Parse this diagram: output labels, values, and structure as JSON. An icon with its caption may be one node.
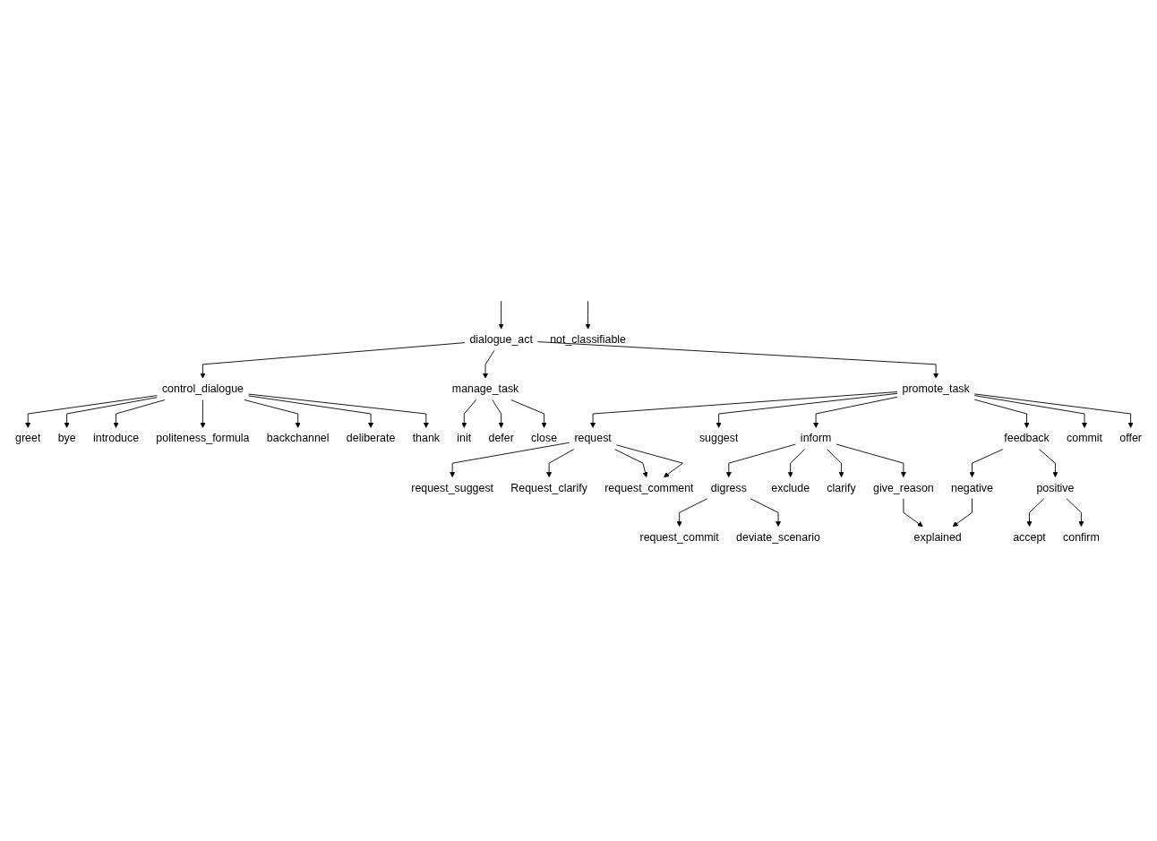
{
  "diagram": {
    "nodes": [
      {
        "text": [
          "dialogue_act"
        ]
      },
      {
        "text": [
          "not_classifiable"
        ]
      },
      {
        "text": [
          "control_dialogue"
        ]
      },
      {
        "text": [
          "promote_task"
        ]
      },
      {
        "text": [
          "manage_task"
        ]
      },
      {
        "text": [
          "greet"
        ]
      },
      {
        "text": [
          "bye"
        ]
      },
      {
        "text": [
          "introduce"
        ]
      },
      {
        "text": [
          "politeness_formula"
        ]
      },
      {
        "text": [
          "backchannel"
        ]
      },
      {
        "text": [
          "deliberate"
        ]
      },
      {
        "text": [
          "thank"
        ]
      },
      {
        "text": [
          "init"
        ]
      },
      {
        "text": [
          "defer"
        ]
      },
      {
        "text": [
          "close"
        ]
      },
      {
        "text": [
          "request"
        ]
      },
      {
        "text": [
          "suggest"
        ]
      },
      {
        "text": [
          "inform"
        ]
      },
      {
        "text": [
          "feedback"
        ]
      },
      {
        "text": [
          "commit"
        ]
      },
      {
        "text": [
          "offer"
        ]
      },
      {
        "text": [
          "request_suggest"
        ]
      },
      {
        "text": [
          "Request_clarify"
        ]
      },
      {
        "text": [
          "request_comment"
        ]
      },
      {
        "text": [
          "digress"
        ]
      },
      {
        "text": [
          "exclude"
        ]
      },
      {
        "text": [
          "clarify"
        ]
      },
      {
        "text": [
          "give_reason"
        ]
      },
      {
        "text": [
          "negative"
        ]
      },
      {
        "text": [
          "positive"
        ]
      },
      {
        "text": [
          "request_commit"
        ]
      },
      {
        "text": [
          "deviate_scenario"
        ]
      },
      {
        "text": [
          "explained"
        ]
      },
      {
        "text": [
          "accept"
        ]
      },
      {
        "text": [
          "confirm"
        ]
      }
    ],
    "edges": [
      {
        "from": null,
        "to": 0,
        "arrow": "to"
      },
      {
        "from": null,
        "to": 1,
        "arrow": "to"
      },
      {
        "from": 0,
        "to": 2,
        "arrow": "to"
      },
      {
        "from": 0,
        "to": 3,
        "arrow": "to"
      },
      {
        "from": 0,
        "to": 4,
        "arrow": "to"
      },
      {
        "from": 2,
        "to": 5,
        "arrow": "to"
      },
      {
        "from": 2,
        "to": 6,
        "arrow": "to"
      },
      {
        "from": 2,
        "to": 7,
        "arrow": "to"
      },
      {
        "from": 2,
        "to": 8,
        "arrow": "to"
      },
      {
        "from": 2,
        "to": 9,
        "arrow": "to"
      },
      {
        "from": 2,
        "to": 10,
        "arrow": "to"
      },
      {
        "from": 2,
        "to": 11,
        "arrow": "to"
      },
      {
        "from": 4,
        "to": 12,
        "arrow": "to"
      },
      {
        "from": 4,
        "to": 13,
        "arrow": "to"
      },
      {
        "from": 4,
        "to": 14,
        "arrow": "to"
      },
      {
        "from": 3,
        "to": 15,
        "arrow": "to"
      },
      {
        "from": 3,
        "to": 16,
        "arrow": "to"
      },
      {
        "from": 3,
        "to": 17,
        "arrow": "to"
      },
      {
        "from": 3,
        "to": 18,
        "arrow": "to"
      },
      {
        "from": 3,
        "to": 19,
        "arrow": "to"
      },
      {
        "from": 3,
        "to": 20,
        "arrow": "to"
      },
      {
        "from": 15,
        "to": 21,
        "arrow": "to"
      },
      {
        "from": 15,
        "to": 22,
        "arrow": "to"
      },
      {
        "from": 15,
        "to": 23,
        "arrow": "to"
      },
      {
        "from": 15,
        "to": 23,
        "arrow": "to"
      },
      {
        "from": 17,
        "to": 24,
        "arrow": "to"
      },
      {
        "from": 17,
        "to": 25,
        "arrow": "to"
      },
      {
        "from": 17,
        "to": 26,
        "arrow": "to"
      },
      {
        "from": 17,
        "to": 27,
        "arrow": "to"
      },
      {
        "from": 18,
        "to": 28,
        "arrow": "to"
      },
      {
        "from": 18,
        "to": 29,
        "arrow": "to"
      },
      {
        "from": 24,
        "to": 30,
        "arrow": "to"
      },
      {
        "from": 24,
        "to": 31,
        "arrow": "to"
      },
      {
        "from": 27,
        "to": 32,
        "arrow": "to"
      },
      {
        "from": 28,
        "to": 32,
        "arrow": "to"
      },
      {
        "from": 29,
        "to": 33,
        "arrow": "to"
      },
      {
        "from": 29,
        "to": 34,
        "arrow": "to"
      }
    ]
  }
}
